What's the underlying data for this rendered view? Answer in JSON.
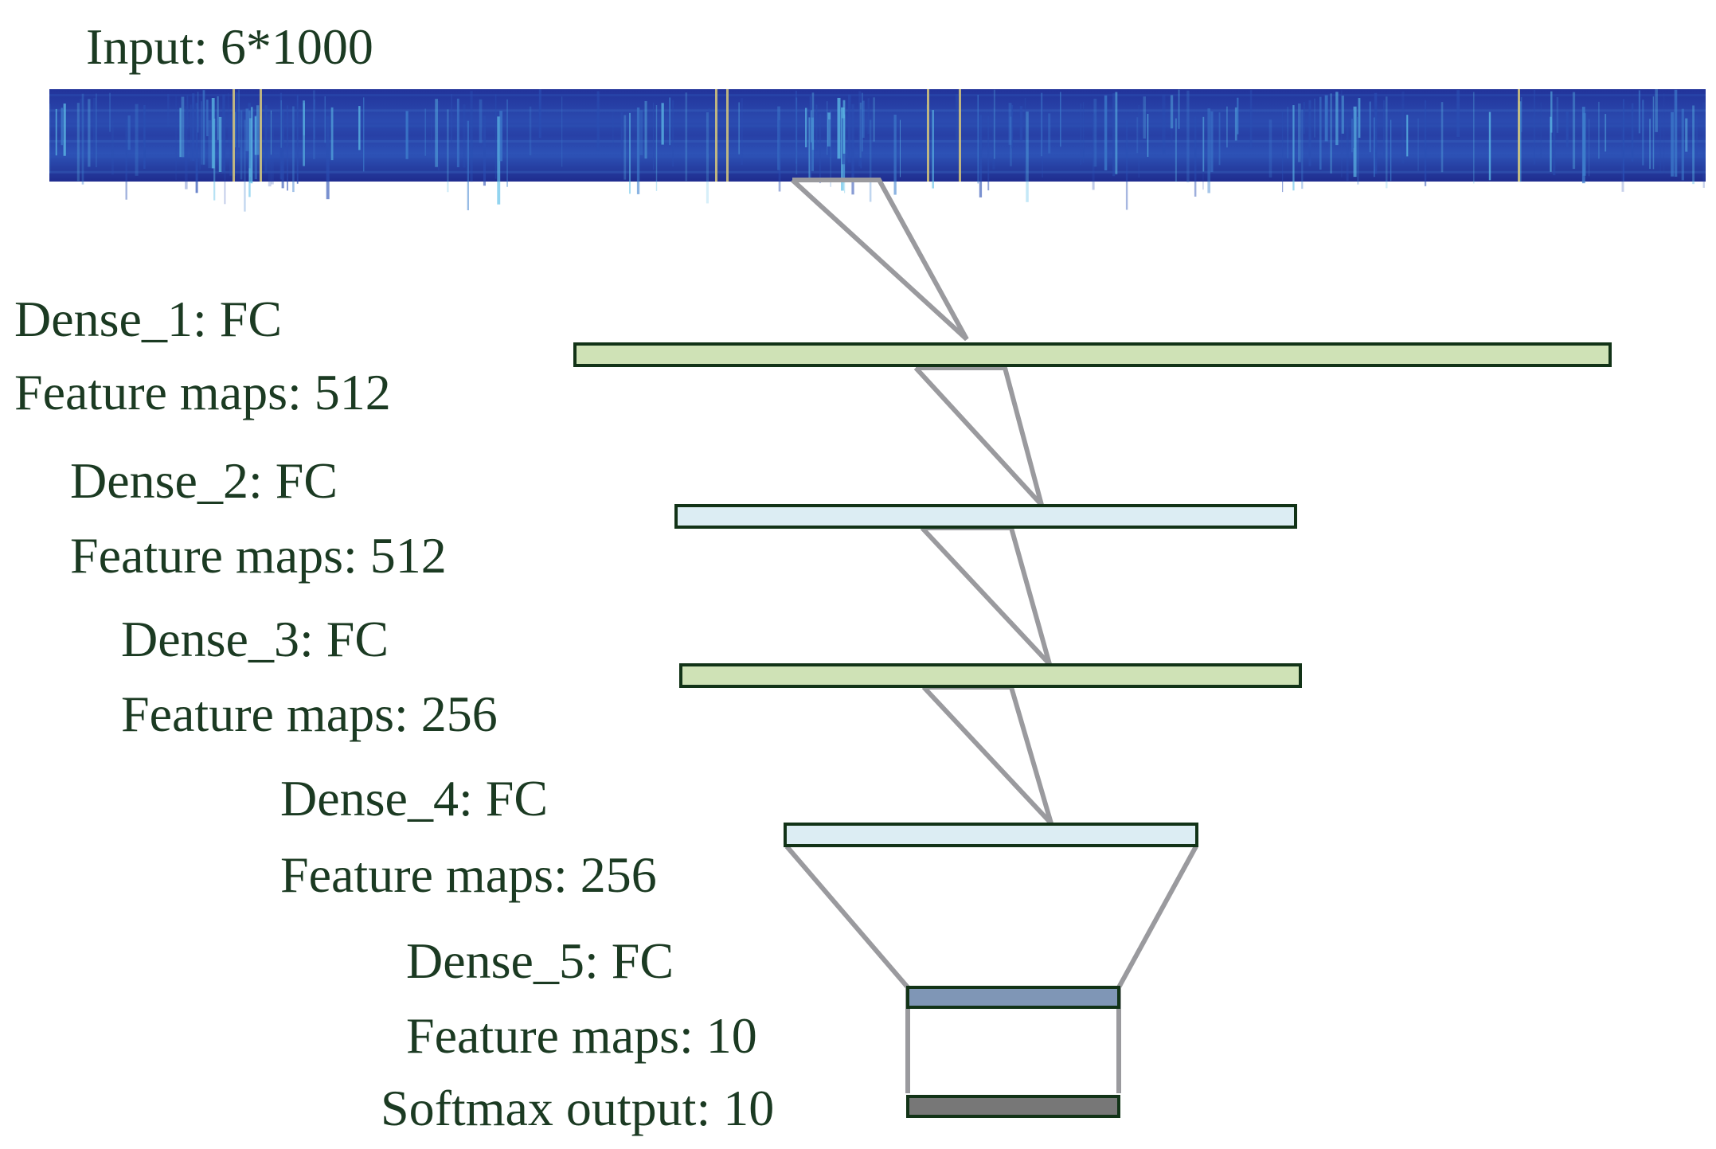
{
  "input": {
    "label": "Input: 6*1000",
    "heatmap_colors": [
      "#1f2f94",
      "#2a4fb3",
      "#3f82cf",
      "#5fc0e8",
      "#d9c97a"
    ]
  },
  "layers": [
    {
      "id": "dense1",
      "name": "Dense_1: FC",
      "maps": "Feature maps: 512",
      "fill": "#cfe2b6"
    },
    {
      "id": "dense2",
      "name": "Dense_2: FC",
      "maps": "Feature maps: 512",
      "fill": "#dcedf3"
    },
    {
      "id": "dense3",
      "name": "Dense_3: FC",
      "maps": "Feature maps: 256",
      "fill": "#cfe2b6"
    },
    {
      "id": "dense4",
      "name": "Dense_4: FC",
      "maps": "Feature maps: 256",
      "fill": "#dcedf3"
    },
    {
      "id": "dense5",
      "name": "Dense_5: FC",
      "maps": "Feature maps: 10",
      "fill": "#7f96b6"
    }
  ],
  "softmax": {
    "label": "Softmax output: 10",
    "fill": "#777777"
  },
  "colors": {
    "text": "#1b3a22",
    "connector": "#9a9a9e",
    "bar_border": "#123317"
  }
}
